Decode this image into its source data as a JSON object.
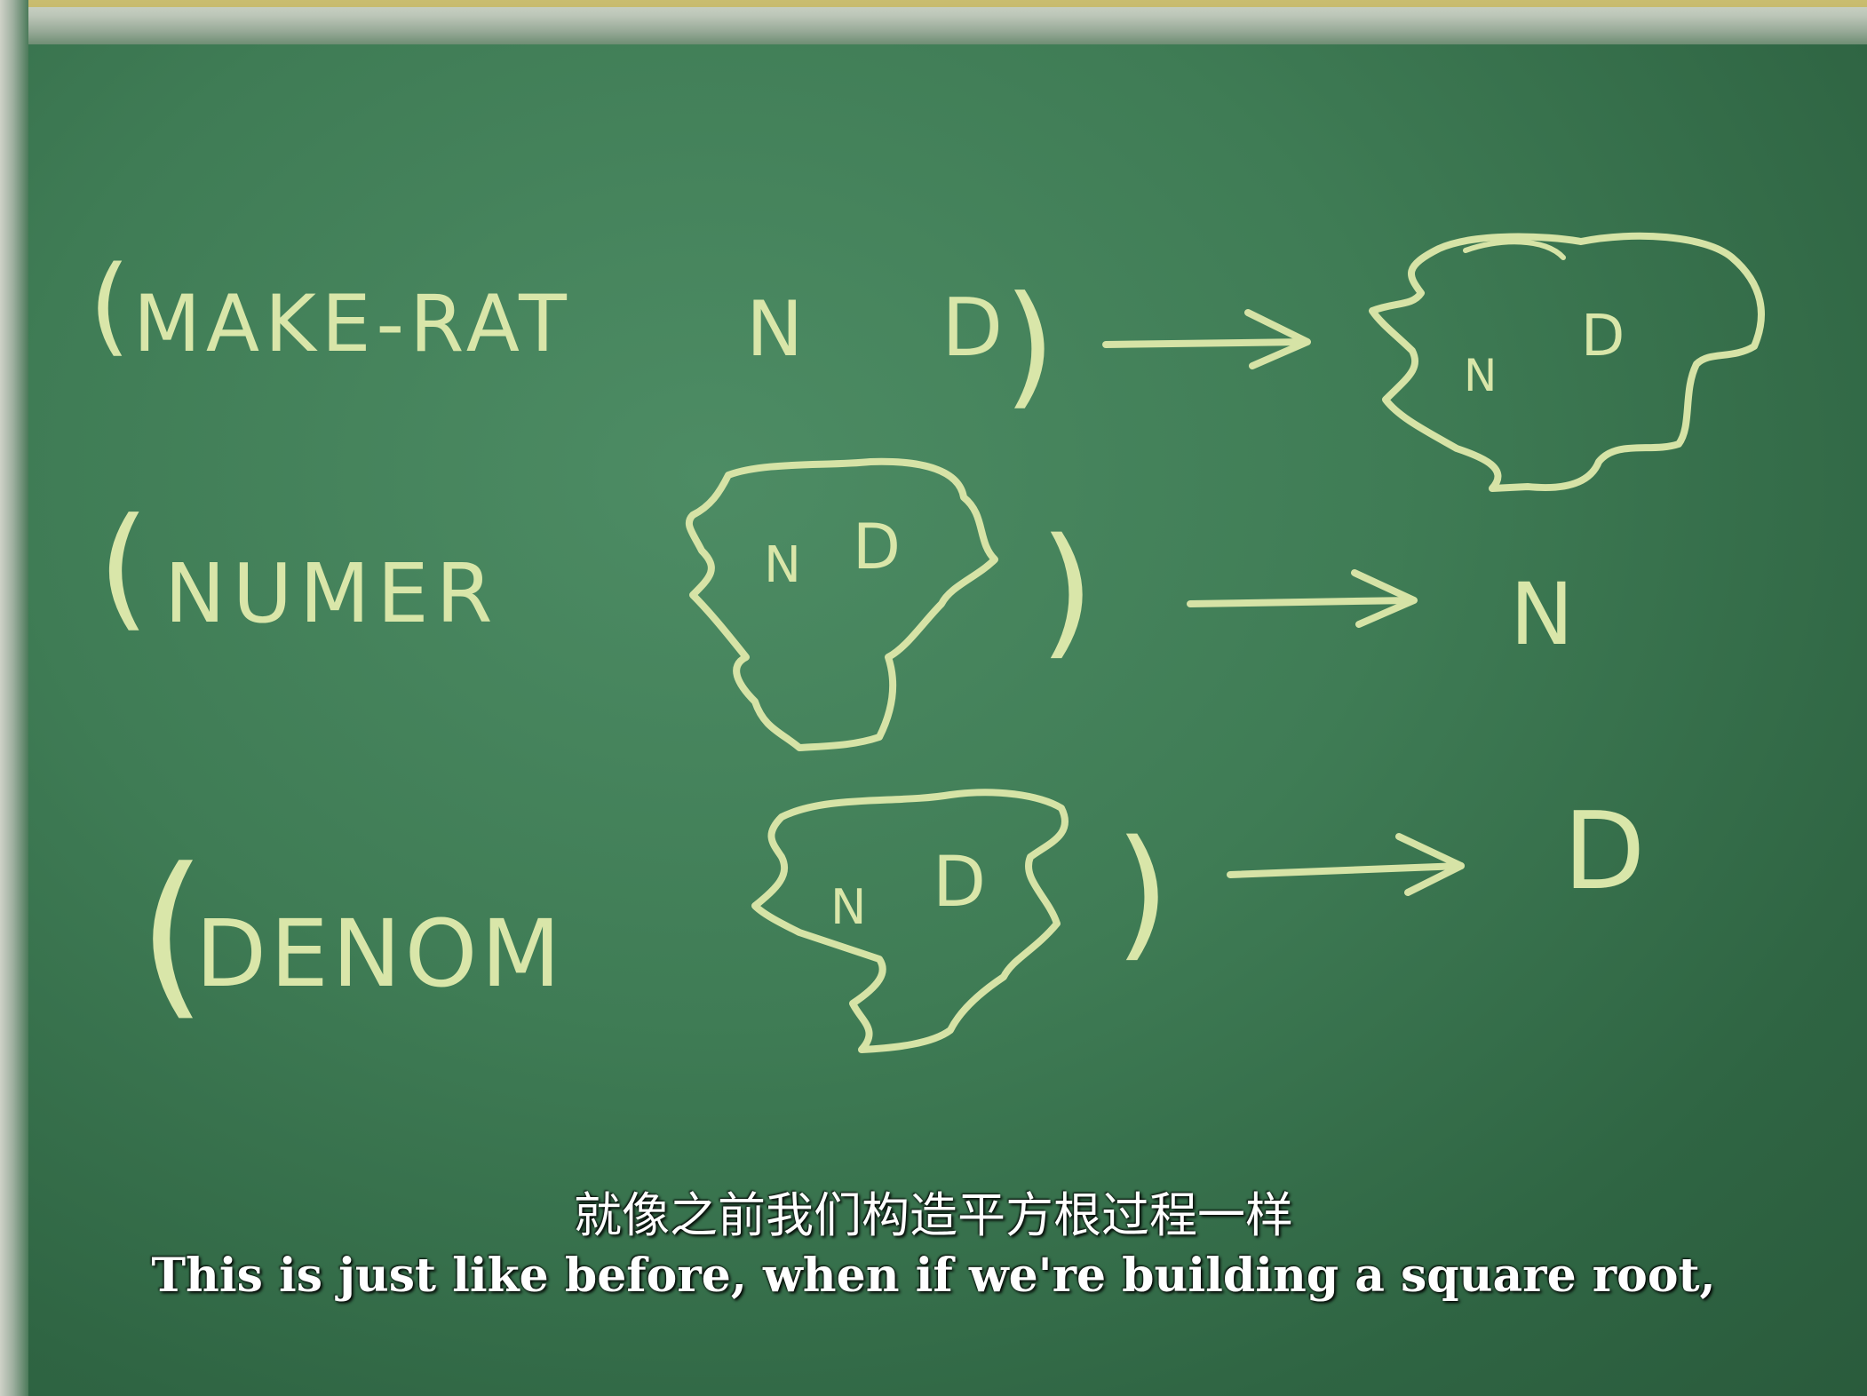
{
  "board": {
    "row1": {
      "open": "(",
      "keyword": "MAKE-RAT",
      "n": "N",
      "d": "D",
      "close": ")",
      "blob_n": "N",
      "blob_d": "D"
    },
    "row2": {
      "open": "(",
      "keyword": "NUMER",
      "blob_n": "N",
      "blob_d": "D",
      "close": ")",
      "result": "N"
    },
    "row3": {
      "open": "(",
      "keyword": "DENOM",
      "blob_n": "N",
      "blob_d": "D",
      "close": ")",
      "result": "D"
    }
  },
  "subtitles": {
    "zh": "就像之前我们构造平方根过程一样",
    "en": "This is just like before, when if we're building a square root,"
  },
  "colors": {
    "chalk": "#d6e3a6",
    "board": "#3f7c55"
  }
}
